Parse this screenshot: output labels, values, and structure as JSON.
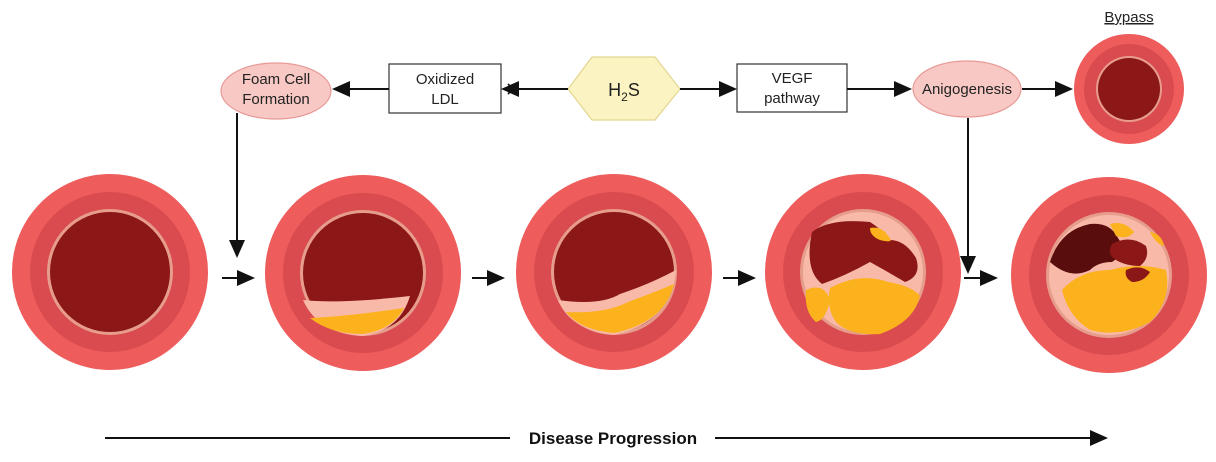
{
  "nodes": {
    "foam_cell": {
      "line1": "Foam Cell",
      "line2": "Formation"
    },
    "oxidized_ldl": {
      "line1": "Oxidized",
      "line2": "LDL"
    },
    "h2s": {
      "main": "H",
      "sub": "2",
      "tail": "S"
    },
    "vegf": {
      "line1": "VEGF",
      "line2": "pathway"
    },
    "angiogenesis": {
      "label": "Anigogenesis"
    },
    "bypass": {
      "label": "Bypass"
    }
  },
  "progression": {
    "label": "Disease Progression"
  },
  "colors": {
    "outer_ring": "#ee5c5c",
    "mid_ring": "#d94b4f",
    "lumen": "#8b1717",
    "plaque": "#fbb21c",
    "ellipse_fill": "#f8c8c4",
    "hexagon_fill": "#fcf3c2"
  }
}
